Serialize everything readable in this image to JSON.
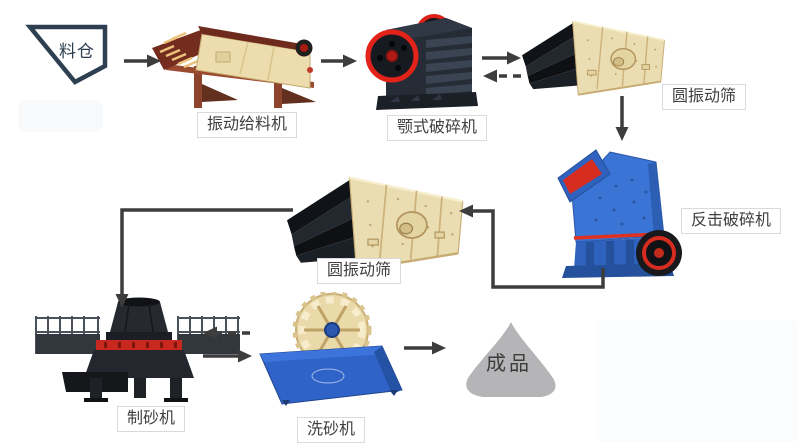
{
  "diagram": {
    "nodes": {
      "hopper": {
        "label": "料仓"
      },
      "feeder": {
        "label": "振动给料机"
      },
      "jaw_crusher": {
        "label": "颚式破碎机"
      },
      "screen_top": {
        "label": "圆振动筛"
      },
      "impact_crusher": {
        "label": "反击破碎机"
      },
      "screen_mid": {
        "label": "圆振动筛"
      },
      "sand_maker": {
        "label": "制砂机"
      },
      "sand_washer": {
        "label": "洗砂机"
      },
      "product": {
        "label": "成品"
      }
    },
    "flow": [
      "料仓 → 振动给料机",
      "振动给料机 → 颚式破碎机",
      "颚式破碎机 ⇄ 圆振动筛",
      "圆振动筛 → 反击破碎机",
      "反击破碎机 → 圆振动筛",
      "圆振动筛 → 制砂机",
      "制砂机 ⇄ 洗砂机",
      "洗砂机 → 成品"
    ],
    "colors": {
      "hopper_outline": "#2e3f51",
      "arrow": "#3d3d3d",
      "label_text": "#3f3f3f",
      "label_border": "#dadada",
      "machine_cream": "#eaddb2",
      "machine_maroon": "#6e2a1d",
      "machine_dark": "#23272e",
      "machine_blue": "#3a74d4",
      "accent_red": "#e02419",
      "product_gray": "#b5b5b7"
    }
  }
}
